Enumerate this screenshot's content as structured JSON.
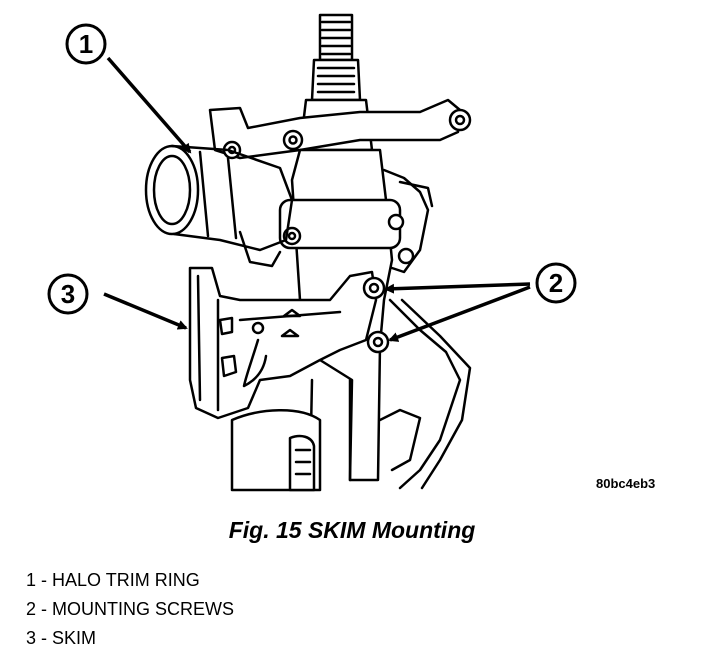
{
  "figure": {
    "code": "80bc4eb3",
    "caption": "Fig. 15 SKIM Mounting"
  },
  "callouts": [
    {
      "number": "1"
    },
    {
      "number": "2"
    },
    {
      "number": "3"
    }
  ],
  "legend": [
    "1 - HALO TRIM RING",
    "2 - MOUNTING SCREWS",
    "3 - SKIM"
  ]
}
